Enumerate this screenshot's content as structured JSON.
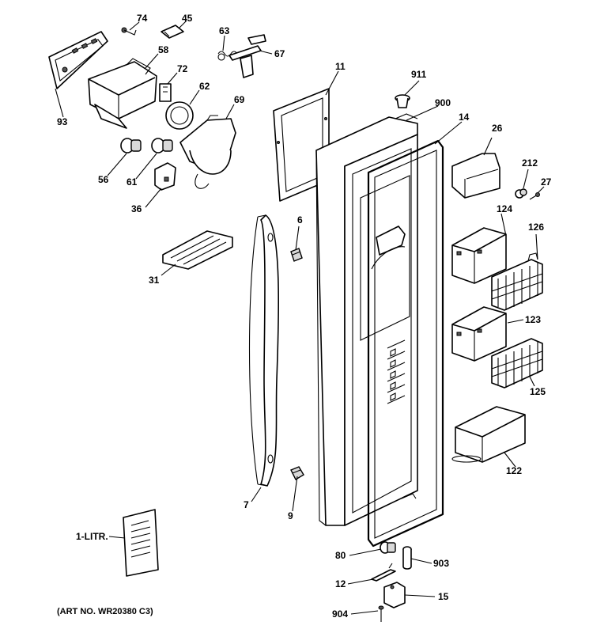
{
  "labels": {
    "l74": "74",
    "l45": "45",
    "l63": "63",
    "l67": "67",
    "l58": "58",
    "l72": "72",
    "l62": "62",
    "l69": "69",
    "l93": "93",
    "l56": "56",
    "l61": "61",
    "l36": "36",
    "l11": "11",
    "l911": "911",
    "l900": "900",
    "l14": "14",
    "l26": "26",
    "l212": "212",
    "l27": "27",
    "l124": "124",
    "l126": "126",
    "l6": "6",
    "l31": "31",
    "l123": "123",
    "l125": "125",
    "l122": "122",
    "l7": "7",
    "l9": "9",
    "l1litr": "1-LITR.",
    "l80": "80",
    "l903": "903",
    "l12": "12",
    "l15": "15",
    "l904": "904"
  },
  "art_number": "(ART NO. WR20380 C3)"
}
